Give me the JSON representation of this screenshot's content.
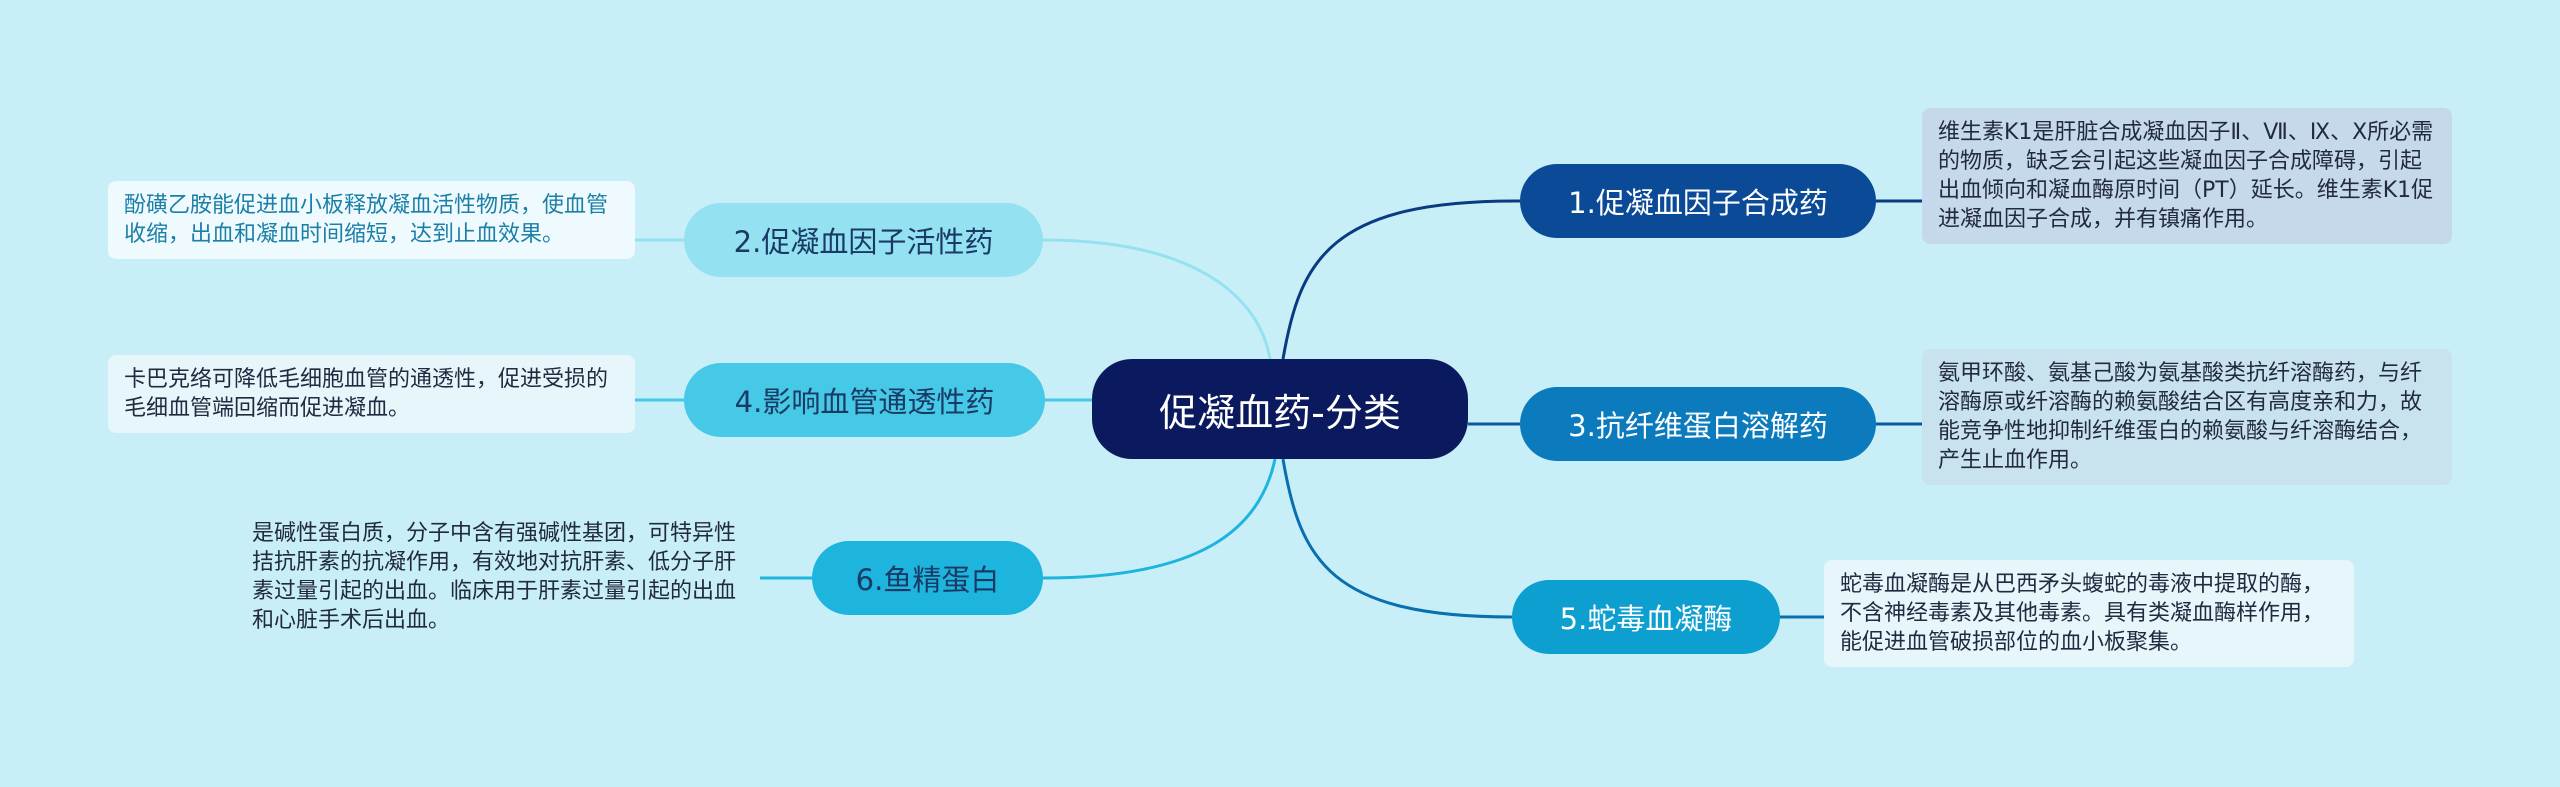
{
  "center": {
    "label": "促凝血药-分类"
  },
  "branches": [
    {
      "label": "1.促凝血因子合成药",
      "note": "维生素K1是肝脏合成凝血因子Ⅱ、Ⅶ、Ⅸ、X所必需的物质，缺乏会引起这些凝血因子合成障碍，引起出血倾向和凝血酶原时间（PT）延长。维生素K1促进凝血因子合成，并有镇痛作用。"
    },
    {
      "label": "2.促凝血因子活性药",
      "note": "酚磺乙胺能促进血小板释放凝血活性物质，使血管收缩，出血和凝血时间缩短，达到止血效果。"
    },
    {
      "label": "3.抗纤维蛋白溶解药",
      "note": "氨甲环酸、氨基己酸为氨基酸类抗纤溶酶药，与纤溶酶原或纤溶酶的赖氨酸结合区有高度亲和力，故能竞争性地抑制纤维蛋白的赖氨酸与纤溶酶结合，产生止血作用。"
    },
    {
      "label": "4.影响血管通透性药",
      "note": "卡巴克络可降低毛细胞血管的通透性，促进受损的毛细血管端回缩而促进凝血。"
    },
    {
      "label": "5.蛇毒血凝酶",
      "note": "蛇毒血凝酶是从巴西矛头蝮蛇的毒液中提取的酶，不含神经毒素及其他毒素。具有类凝血酶样作用，能促进血管破损部位的血小板聚集。"
    },
    {
      "label": "6.鱼精蛋白",
      "note": "是碱性蛋白质，分子中含有强碱性基团，可特异性拮抗肝素的抗凝作用，有效地对抗肝素、低分子肝素过量引起的出血。临床用于肝素过量引起的出血和心脏手术后出血。"
    }
  ],
  "colors": {
    "background": "#c8eff7",
    "center": "#0b1a5e",
    "right_link": "#0a3a80",
    "left_link": "#6dd2ea"
  }
}
